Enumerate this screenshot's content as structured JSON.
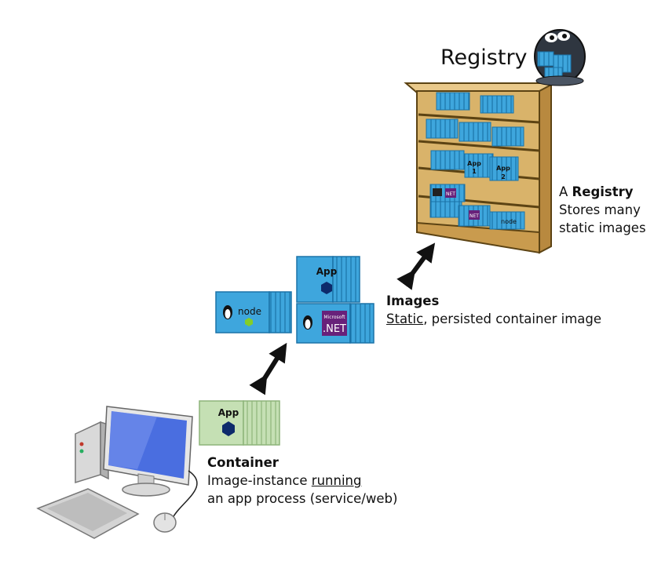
{
  "registry": {
    "title": "Registry",
    "desc_prefix": "A",
    "desc_bold": "Registry",
    "desc_line2": "Stores many",
    "desc_line3": "static images",
    "shelf_labels": {
      "app1": "App",
      "app1_num": "1",
      "app2": "App",
      "app2_num": "2",
      "net": "NET",
      "node": "node"
    }
  },
  "images": {
    "heading": "Images",
    "desc_underlined": "Static",
    "desc_rest": ", persisted container image",
    "container_labels": {
      "app": "App",
      "node": "node",
      "net_small": "Microsoft",
      "net": ".NET"
    }
  },
  "container": {
    "heading": "Container",
    "line1_prefix": "Image-instance ",
    "line1_underlined": "running",
    "line2": "an app process (service/web)",
    "label": "App"
  },
  "colors": {
    "container_blue": "#3ea6dd",
    "container_blue_dark": "#1b73a8",
    "container_green": "#c5e0b4",
    "shelf_wood": "#d9b36a",
    "shelf_wood_dark": "#8a6a2e",
    "hexagon": "#0d2a6b",
    "dotnet_purple": "#68217a"
  }
}
